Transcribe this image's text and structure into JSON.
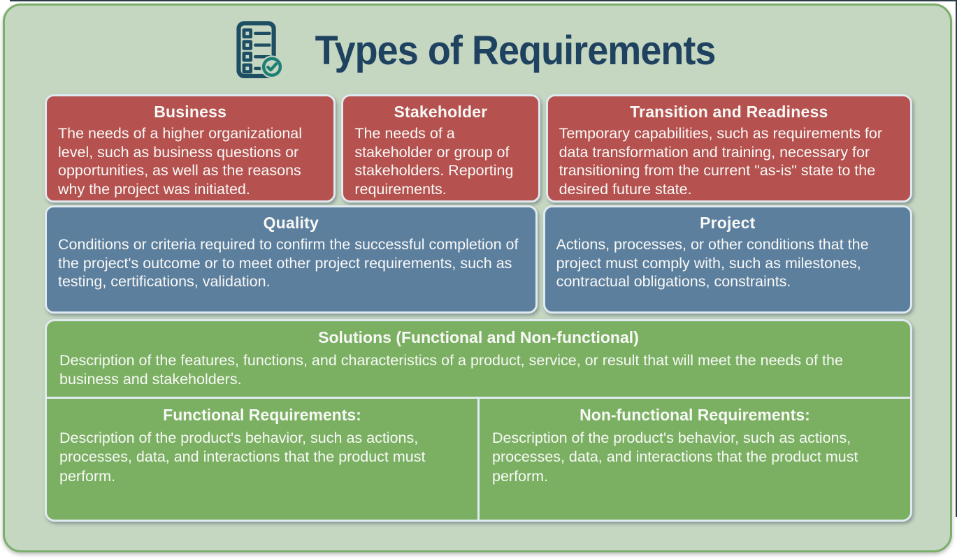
{
  "header": {
    "title": "Types of Requirements",
    "icon": "checklist-icon"
  },
  "colors": {
    "background": "#c5d6c1",
    "board_border": "#7cae6b",
    "title_text": "#1e425f",
    "category_red": "#b5514e",
    "category_blue": "#5d7f9e",
    "category_green": "#7bb062",
    "card_border": "#e0eaf1",
    "card_text": "#f8f9f7"
  },
  "categories": [
    {
      "id": "business",
      "group": "red",
      "title": "Business",
      "body": "The needs of a higher organizational level, such as business questions or opportunities, as well as the reasons why the project was initiated."
    },
    {
      "id": "stakeholder",
      "group": "red",
      "title": "Stakeholder",
      "body": "The needs of a stakeholder or group of stakeholders. Reporting requirements."
    },
    {
      "id": "transition-and-readiness",
      "group": "red",
      "title": "Transition and Readiness",
      "body": "Temporary capabilities, such as requirements for data transformation and training, necessary for transitioning from the current \"as-is\" state to the desired future state."
    },
    {
      "id": "quality",
      "group": "blue",
      "title": "Quality",
      "body": "Conditions or criteria required to confirm the successful completion of the project's outcome or to meet other project requirements, such as testing, certifications, validation."
    },
    {
      "id": "project",
      "group": "blue",
      "title": "Project",
      "body": "Actions, processes, or other conditions that the project must comply with, such as milestones, contractual obligations, constraints."
    }
  ],
  "solutions": {
    "title": "Solutions (Functional and Non-functional)",
    "body": "Description of the features, functions, and characteristics of a product, service, or result that will meet the needs of the business and stakeholders.",
    "children": [
      {
        "id": "functional",
        "title": "Functional Requirements:",
        "body": "Description of the product's behavior, such as actions, processes, data, and interactions that the product must perform."
      },
      {
        "id": "non-functional",
        "title": "Non-functional Requirements:",
        "body": "Description of the product's behavior, such as actions, processes, data, and interactions that the product must perform."
      }
    ]
  }
}
